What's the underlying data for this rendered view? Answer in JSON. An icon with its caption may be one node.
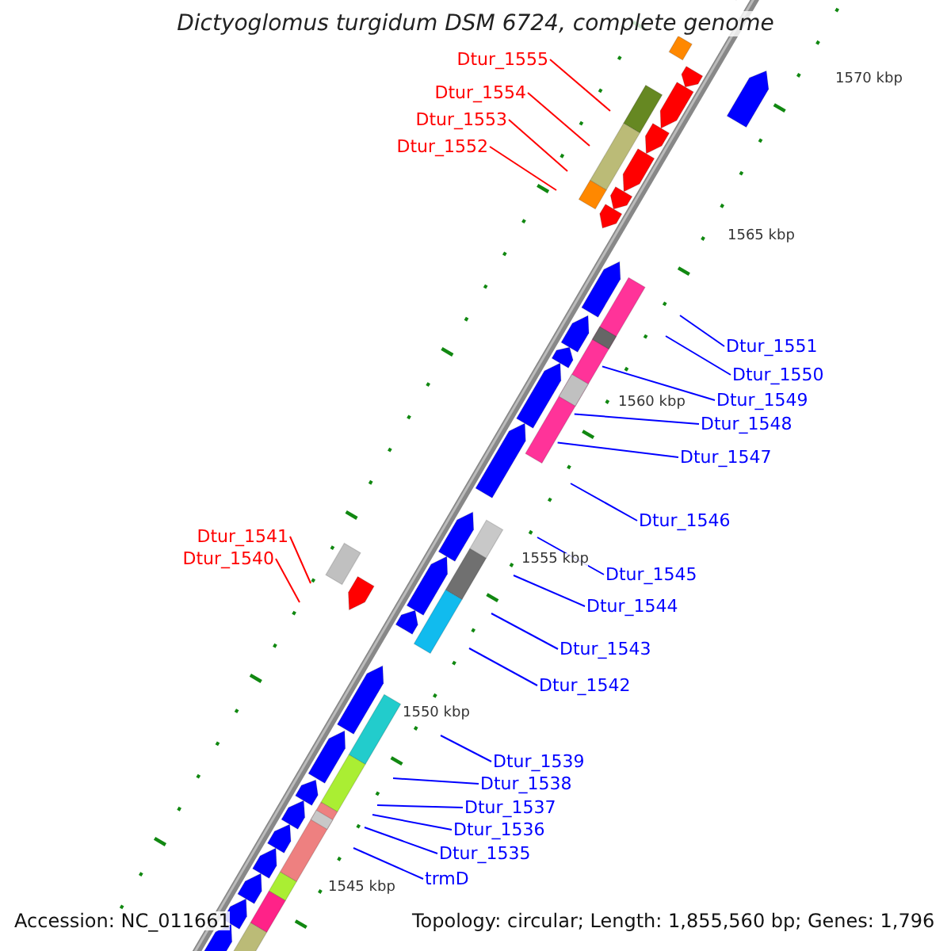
{
  "diagram": {
    "title": "Dictyoglomus turgidum DSM 6724, complete genome",
    "nodes": [
      {
        "text": [
          "Dtur_1555"
        ]
      },
      {
        "text": [
          "Dtur_1554"
        ]
      },
      {
        "text": [
          "Dtur_1553"
        ]
      },
      {
        "text": [
          "Dtur_1552"
        ]
      },
      {
        "text": [
          "Dtur_1551"
        ]
      },
      {
        "text": [
          "Dtur_1550"
        ]
      },
      {
        "text": [
          "Dtur_1549"
        ]
      },
      {
        "text": [
          "Dtur_1548"
        ]
      },
      {
        "text": [
          "Dtur_1547"
        ]
      },
      {
        "text": [
          "Dtur_1546"
        ]
      },
      {
        "text": [
          "Dtur_1545"
        ]
      },
      {
        "text": [
          "Dtur_1544"
        ]
      },
      {
        "text": [
          "Dtur_1541"
        ]
      },
      {
        "text": [
          "Dtur_1540"
        ]
      },
      {
        "text": [
          "Dtur_1543"
        ]
      },
      {
        "text": [
          "Dtur_1542"
        ]
      },
      {
        "text": [
          "Dtur_1539"
        ]
      },
      {
        "text": [
          "Dtur_1538"
        ]
      },
      {
        "text": [
          "Dtur_1537"
        ]
      },
      {
        "text": [
          "Dtur_1536"
        ]
      },
      {
        "text": [
          "Dtur_1535"
        ]
      },
      {
        "text": [
          "trmD"
        ]
      }
    ],
    "edges": [
      {
        "from": 0,
        "to": null,
        "arrow": "none",
        "color": "#ff0000"
      },
      {
        "from": 1,
        "to": null,
        "arrow": "none",
        "color": "#ff0000"
      },
      {
        "from": 2,
        "to": null,
        "arrow": "none",
        "color": "#ff0000"
      },
      {
        "from": 3,
        "to": null,
        "arrow": "none",
        "color": "#ff0000"
      },
      {
        "from": 4,
        "to": null,
        "arrow": "none"
      },
      {
        "from": 5,
        "to": null,
        "arrow": "none"
      },
      {
        "from": 6,
        "to": null,
        "arrow": "none"
      },
      {
        "from": 7,
        "to": null,
        "arrow": "none"
      },
      {
        "from": 8,
        "to": null,
        "arrow": "none"
      },
      {
        "from": 9,
        "to": null,
        "arrow": "none"
      },
      {
        "from": 10,
        "to": null,
        "arrow": "none"
      },
      {
        "from": 11,
        "to": null,
        "arrow": "none"
      },
      {
        "from": 12,
        "to": null,
        "arrow": "none",
        "color": "#ff0000"
      },
      {
        "from": 13,
        "to": null,
        "arrow": "none",
        "color": "#ff0000"
      },
      {
        "from": 14,
        "to": null,
        "arrow": "none"
      },
      {
        "from": 15,
        "to": null,
        "arrow": "none"
      },
      {
        "from": 16,
        "to": null,
        "arrow": "none"
      },
      {
        "from": 17,
        "to": null,
        "arrow": "none"
      },
      {
        "from": 18,
        "to": null,
        "arrow": "none"
      },
      {
        "from": 19,
        "to": null,
        "arrow": "none"
      },
      {
        "from": 20,
        "to": null,
        "arrow": "none"
      },
      {
        "from": 21,
        "to": null,
        "arrow": "none"
      }
    ],
    "labels": [
      "1570 kbp",
      "1565 kbp",
      "1560 kbp",
      "1555 kbp",
      "1550 kbp",
      "1545 kbp",
      "Accession: NC_011661",
      "Topology: circular; Length: 1,855,560 bp; Genes: 1,796"
    ]
  }
}
